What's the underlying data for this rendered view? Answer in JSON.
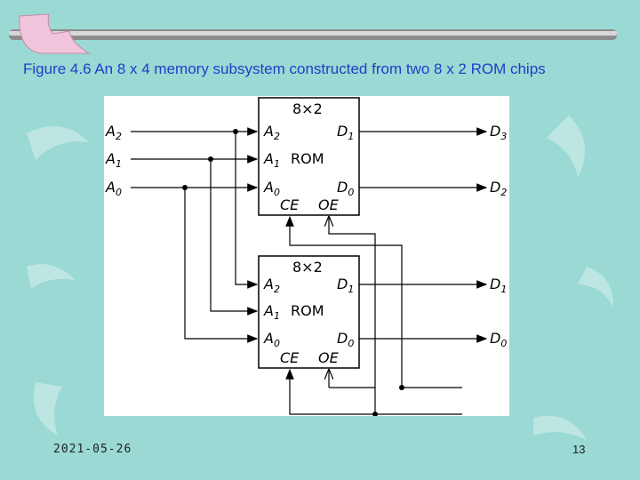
{
  "slide": {
    "title": "Figure 4.6 An 8 x 4 memory  subsystem constructed from two 8 x 2 ROM chips",
    "footer_date": "2021-05-26",
    "footer_page": "13"
  },
  "diagram": {
    "inputs": [
      {
        "name": "A",
        "sub": "2"
      },
      {
        "name": "A",
        "sub": "1"
      },
      {
        "name": "A",
        "sub": "0"
      }
    ],
    "chips": [
      {
        "size": "8×2",
        "type": "ROM",
        "pins_left": [
          {
            "name": "A",
            "sub": "2"
          },
          {
            "name": "A",
            "sub": "1"
          },
          {
            "name": "A",
            "sub": "0"
          }
        ],
        "pins_right": [
          {
            "name": "D",
            "sub": "1"
          },
          {
            "name": "D",
            "sub": "0"
          }
        ],
        "pins_bottom": [
          "CE",
          "OE"
        ]
      },
      {
        "size": "8×2",
        "type": "ROM",
        "pins_left": [
          {
            "name": "A",
            "sub": "2"
          },
          {
            "name": "A",
            "sub": "1"
          },
          {
            "name": "A",
            "sub": "0"
          }
        ],
        "pins_right": [
          {
            "name": "D",
            "sub": "1"
          },
          {
            "name": "D",
            "sub": "0"
          }
        ],
        "pins_bottom": [
          "CE",
          "OE"
        ]
      }
    ],
    "outputs_top": [
      {
        "name": "D",
        "sub": "3"
      },
      {
        "name": "D",
        "sub": "2"
      }
    ],
    "outputs_bottom": [
      {
        "name": "D",
        "sub": "1"
      },
      {
        "name": "D",
        "sub": "0"
      }
    ],
    "colors": {
      "background": "#9ad9d4",
      "title": "#1f40c8",
      "ribbon": "#f2c4dc"
    }
  }
}
